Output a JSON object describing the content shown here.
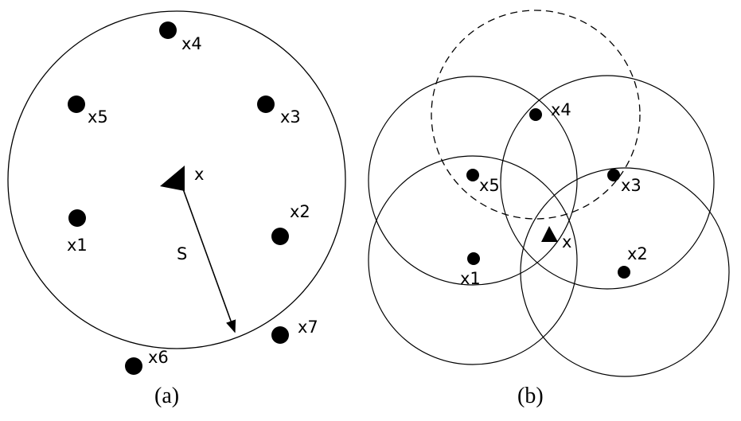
{
  "panel_a": {
    "caption": "(a)",
    "points": [
      "x1",
      "x2",
      "x3",
      "x4",
      "x5",
      "x6",
      "x7"
    ],
    "query": "x",
    "radius_label": "S"
  },
  "panel_b": {
    "caption": "(b)",
    "points": [
      "x1",
      "x2",
      "x3",
      "x4",
      "x5"
    ],
    "query": "x"
  },
  "colors": {
    "stroke": "#000000",
    "background": "#ffffff"
  }
}
